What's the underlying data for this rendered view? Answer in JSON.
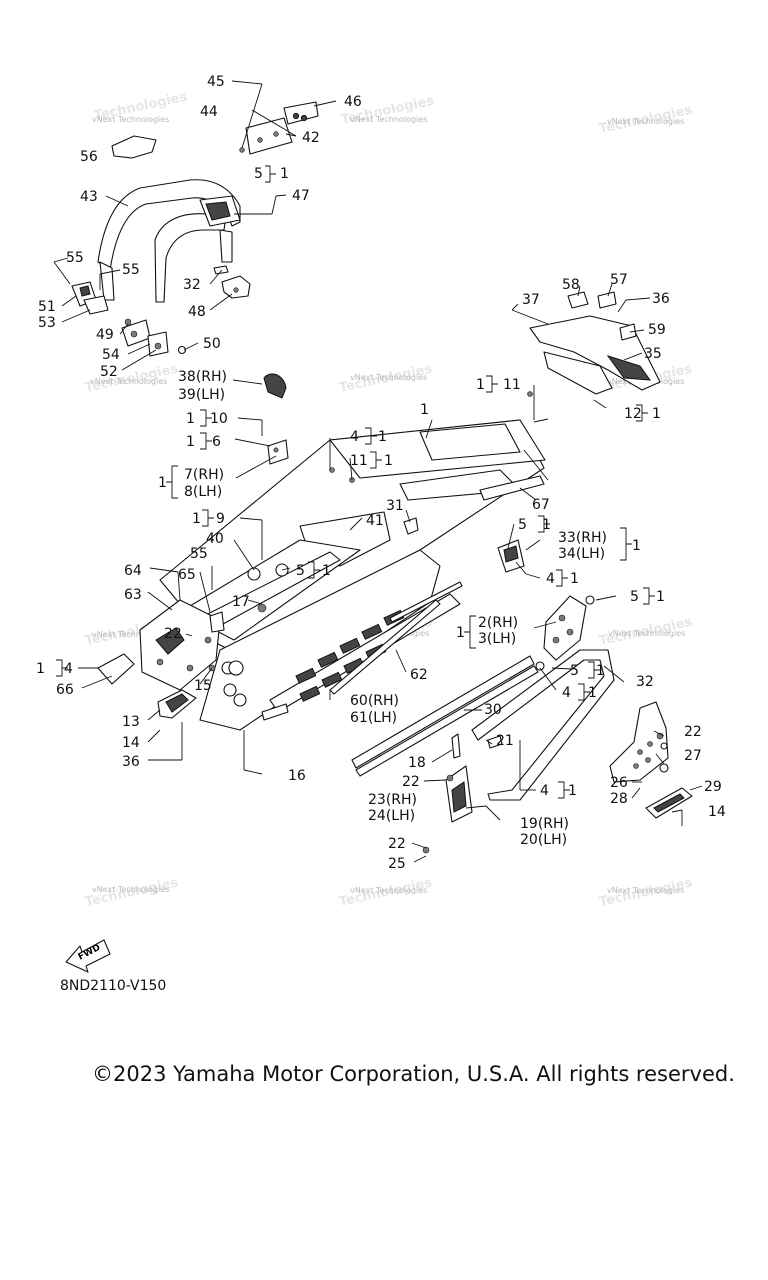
{
  "watermark": {
    "line1": "vNext Technologies",
    "line2": "Technologies"
  },
  "fwd_label": "FWD",
  "diagram_code": "8ND2110-V150",
  "copyright": "©2023 Yamaha Motor Corporation, U.S.A. All rights reserved.",
  "callouts": {
    "c45": "45",
    "c46": "46",
    "c44": "44",
    "c42": "42",
    "c56": "56",
    "c5_1a": "5",
    "c1_a": "1",
    "c43": "43",
    "c47": "47",
    "c55a": "55",
    "c55b": "55",
    "c51": "51",
    "c53": "53",
    "c32a": "32",
    "c48": "48",
    "c49": "49",
    "c54": "54",
    "c50": "50",
    "c52": "52",
    "c58": "58",
    "c57": "57",
    "c37": "37",
    "c36a": "36",
    "c59": "59",
    "c35": "35",
    "c38": "38(RH)",
    "c39": "39(LH)",
    "c1_11": "1",
    "c11a": "11",
    "c12": "12",
    "c1_12": "1",
    "c1main": "1",
    "c1_10": "1",
    "c10": "10",
    "c1_6": "1",
    "c6": "6",
    "c4a": "4",
    "c1_4a": "1",
    "c11b": "11",
    "c1_11b": "1",
    "c1_7": "1",
    "c7": "7(RH)",
    "c8": "8(LH)",
    "c67": "67",
    "c31": "31",
    "c41": "41",
    "c1_9": "1",
    "c9": "9",
    "c40": "40",
    "c55c": "55",
    "c5b": "5",
    "c1_5b": "1",
    "c5c": "5",
    "c1_5c": "1",
    "c33": "33(RH)",
    "c34": "34(LH)",
    "c1_33": "1",
    "c4b": "4",
    "c1_4b": "1",
    "c64": "64",
    "c65": "65",
    "c63": "63",
    "c22a": "22",
    "c17": "17",
    "c5d": "5",
    "c1_5d": "1",
    "c1_2": "1",
    "c2": "2(RH)",
    "c3": "3(LH)",
    "c1_4c": "1",
    "c4c": "4",
    "c66": "66",
    "c62": "62",
    "c5e": "5",
    "c1_5e": "1",
    "c32b": "32",
    "c15": "15",
    "c4d": "4",
    "c1_4d": "1",
    "c13": "13",
    "c14a": "14",
    "c36b": "36",
    "c60": "60(RH)",
    "c61": "61(LH)",
    "c30": "30",
    "c16": "16",
    "c22b": "22",
    "c18": "18",
    "c21": "21",
    "c27": "27",
    "c22c": "22",
    "c4e": "4",
    "c1_4e": "1",
    "c26": "26",
    "c28": "28",
    "c29": "29",
    "c23": "23(RH)",
    "c24": "24(LH)",
    "c14b": "14",
    "c19": "19(RH)",
    "c20": "20(LH)",
    "c22d": "22",
    "c25": "25"
  }
}
